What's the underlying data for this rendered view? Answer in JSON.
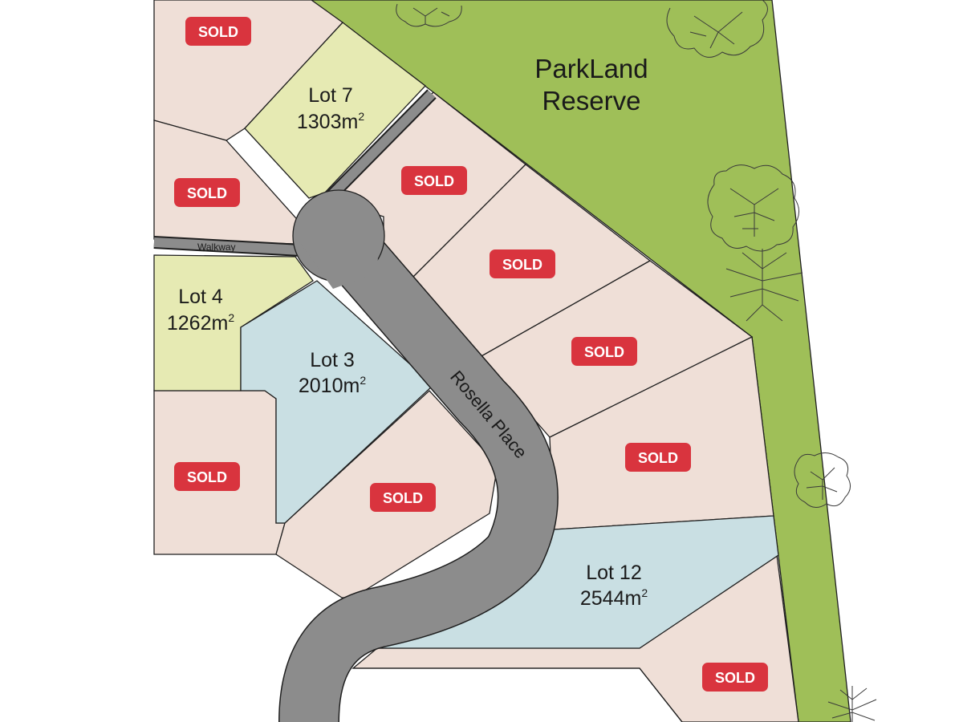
{
  "park": {
    "line1": "ParkLand",
    "line2": "Reserve"
  },
  "road": {
    "name": "Rosella Place"
  },
  "walkway": {
    "label": "Walkway"
  },
  "sold_label": "SOLD",
  "lots": {
    "lot7": {
      "name": "Lot 7",
      "area": "1303m",
      "sup": "2"
    },
    "lot4": {
      "name": "Lot 4",
      "area": "1262m",
      "sup": "2"
    },
    "lot3": {
      "name": "Lot 3",
      "area": "2010m",
      "sup": "2"
    },
    "lot12": {
      "name": "Lot 12",
      "area": "2544m",
      "sup": "2"
    }
  },
  "colors": {
    "sold_lot": "#efdfd7",
    "available_green": "#e6eab3",
    "available_blue": "#c9dfe3",
    "park": "#9fbf58",
    "road": "#8c8c8c",
    "sold_badge": "#d9343e"
  },
  "icons": [
    "tree-icon"
  ]
}
